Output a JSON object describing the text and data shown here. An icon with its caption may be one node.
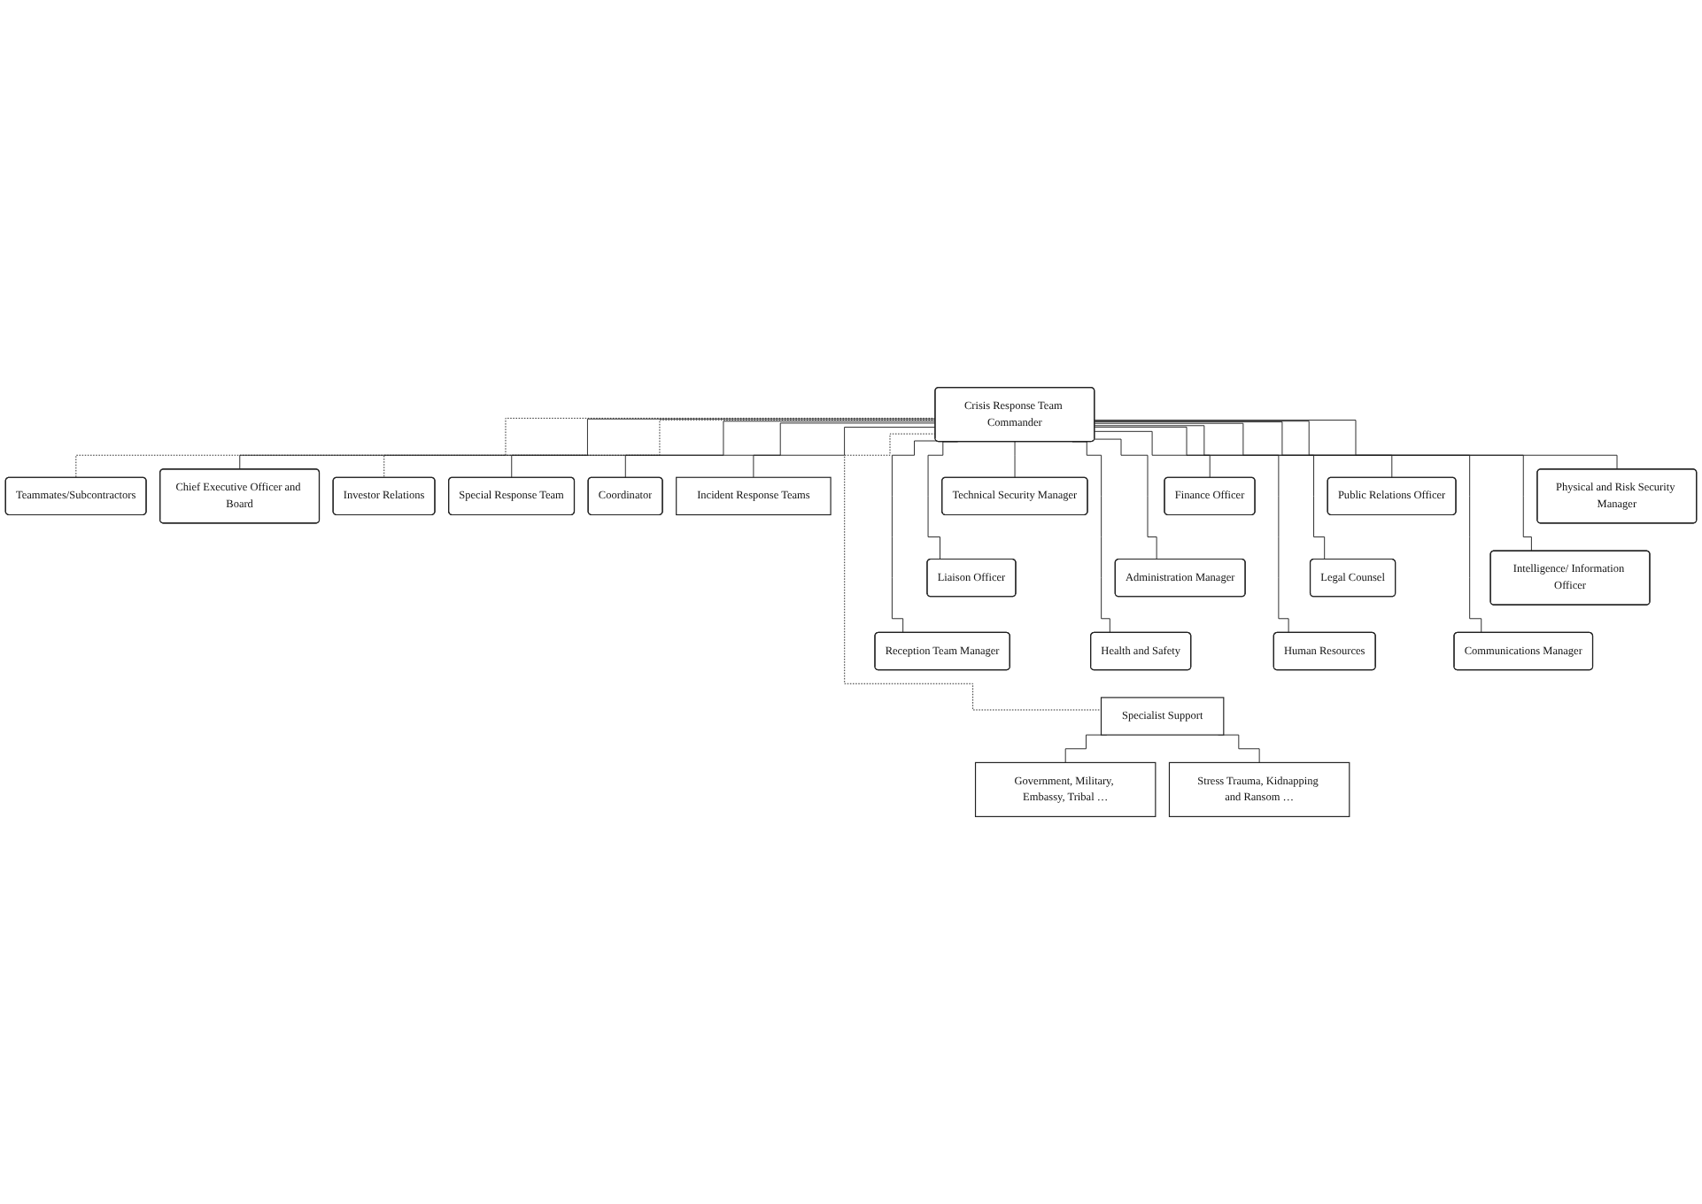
{
  "diagram": {
    "nodes": [
      {
        "text": [
          "Teammates/Subcontractors"
        ]
      },
      {
        "text": [
          "Crisis Response Team Commander"
        ]
      },
      {
        "text": [
          "Chief Executive Officer and Board"
        ]
      },
      {
        "text": [
          "Investor Relations"
        ]
      },
      {
        "text": [
          "Special Response Team"
        ]
      },
      {
        "text": [
          "Coordinator"
        ]
      },
      {
        "text": [
          "Incident Response Teams"
        ]
      },
      {
        "text": [
          "Physical and Risk Security Manager"
        ]
      },
      {
        "text": [
          "Technical Security Manager"
        ]
      },
      {
        "text": [
          "Finance Officer"
        ]
      },
      {
        "text": [
          "Public Relations Officer"
        ]
      },
      {
        "text": [
          "Intelligence/ Information Officer"
        ]
      },
      {
        "text": [
          "Liaison Officer"
        ]
      },
      {
        "text": [
          "Administration Manager"
        ]
      },
      {
        "text": [
          "Legal Counsel"
        ]
      },
      {
        "text": [
          "Communications Manager"
        ]
      },
      {
        "text": [
          "Reception Team Manager"
        ]
      },
      {
        "text": [
          "Health and Safety"
        ]
      },
      {
        "text": [
          "Human Resources"
        ]
      },
      {
        "text": [
          "Specialist Support"
        ]
      },
      {
        "text": [
          "Government, Military, Embassy, Tribal …"
        ]
      },
      {
        "text": [
          "Stress Trauma, Kidnapping and Ransom …"
        ]
      }
    ],
    "edges": [
      {
        "from": 1,
        "to": 0,
        "arrow": "none",
        "style": "dashed"
      },
      {
        "from": 1,
        "to": 3,
        "arrow": "none",
        "style": "dashed"
      },
      {
        "from": 1,
        "to": 2,
        "arrow": "none"
      },
      {
        "from": 1,
        "to": 6,
        "arrow": "none"
      },
      {
        "from": 1,
        "to": 4,
        "arrow": "none"
      },
      {
        "from": 1,
        "to": 5,
        "arrow": "none"
      },
      {
        "from": 1,
        "to": 7,
        "arrow": "none"
      },
      {
        "from": 1,
        "to": 8,
        "arrow": "none"
      },
      {
        "from": 1,
        "to": 9,
        "arrow": "none"
      },
      {
        "from": 1,
        "to": 10,
        "arrow": "none"
      },
      {
        "from": 1,
        "to": 11,
        "arrow": "none"
      },
      {
        "from": 1,
        "to": 12,
        "arrow": "none"
      },
      {
        "from": 1,
        "to": 13,
        "arrow": "none"
      },
      {
        "from": 1,
        "to": 14,
        "arrow": "none"
      },
      {
        "from": 1,
        "to": 15,
        "arrow": "none"
      },
      {
        "from": 1,
        "to": 16,
        "arrow": "none"
      },
      {
        "from": 1,
        "to": 17,
        "arrow": "none"
      },
      {
        "from": 1,
        "to": 18,
        "arrow": "none"
      },
      {
        "from": 1,
        "to": 19,
        "arrow": "none",
        "style": "dashed"
      },
      {
        "from": 19,
        "to": 20,
        "arrow": "none"
      },
      {
        "from": 19,
        "to": 21,
        "arrow": "none"
      }
    ]
  }
}
